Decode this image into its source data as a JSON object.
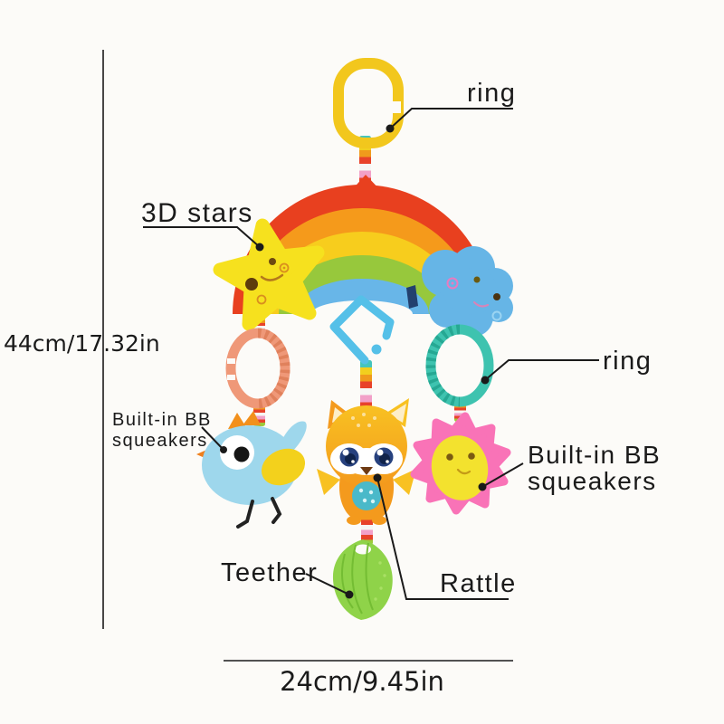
{
  "labels": {
    "ring_top": "ring",
    "stars": "3D stars",
    "squeakers_left": {
      "line1": "Built-in BB",
      "line2": "squeakers"
    },
    "ring_right": "ring",
    "squeakers_right": {
      "line1": "Built-in BB",
      "line2": "squeakers"
    },
    "teether": "Teether",
    "rattle": "Rattle"
  },
  "dimensions": {
    "height": "44cm/17.32in",
    "width": "24cm/9.45in"
  },
  "colors": {
    "bg": "#fcfbf8",
    "ink": "#1a1a1a",
    "clip_yellow": "#f2c71d",
    "rainbow_red": "#e8401f",
    "rainbow_orange": "#f59a1b",
    "rainbow_yellow": "#f7cd1d",
    "rainbow_green": "#97c83c",
    "rainbow_blue": "#68b6e8",
    "star_yellow": "#f6e11e",
    "cloud_blue": "#66b5e6",
    "ring_salmon": "#ef9878",
    "ring_teal": "#3ec3af",
    "clip_blue": "#55c0e8",
    "bird_blue": "#9ed7ec",
    "bird_wing_yellow": "#f3d11c",
    "bird_orange": "#f2901c",
    "fox_orange": "#f49a1d",
    "fox_yellow": "#f8c122",
    "fox_eye_navy": "#27417e",
    "belly_teal": "#4ab9c9",
    "sun_pink": "#f973b7",
    "sun_yellow": "#f3e22e",
    "leaf_green": "#8fd349",
    "strap_teal": "#45c5bd",
    "strap_yellow": "#f2cf1e",
    "strap_orange": "#f09a1c",
    "strap_red": "#e8422a",
    "strap_white": "#f6f6f4",
    "strap_pink": "#f2a0c8",
    "strap_green": "#9ccb3b"
  }
}
